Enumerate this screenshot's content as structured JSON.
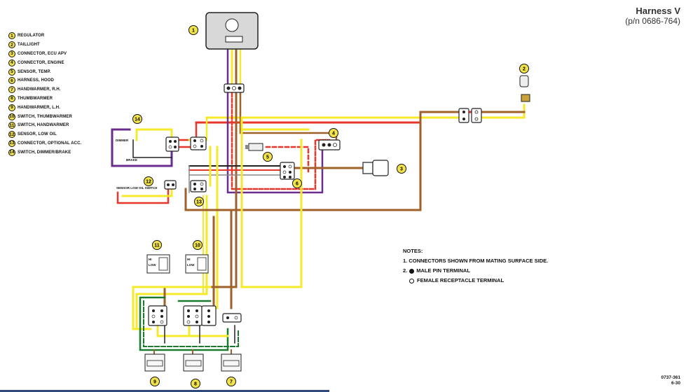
{
  "title": {
    "name": "Harness V",
    "part": "(p/n 0686-764)"
  },
  "legend": [
    {
      "n": "1",
      "label": "REGULATOR"
    },
    {
      "n": "2",
      "label": "TAILLIGHT"
    },
    {
      "n": "3",
      "label": "CONNECTOR, ECU APV"
    },
    {
      "n": "4",
      "label": "CONNECTOR, ENGINE"
    },
    {
      "n": "5",
      "label": "SENSOR, TEMP."
    },
    {
      "n": "6",
      "label": "HARNESS, HOOD"
    },
    {
      "n": "7",
      "label": "HANDWARMER, R.H."
    },
    {
      "n": "8",
      "label": "THUMBWARMER"
    },
    {
      "n": "9",
      "label": "HANDWARMER, L.H."
    },
    {
      "n": "10",
      "label": "SWITCH, THUMBWARMER"
    },
    {
      "n": "11",
      "label": "SWITCH, HANDWARMER"
    },
    {
      "n": "12",
      "label": "SENSOR, LOW OIL"
    },
    {
      "n": "13",
      "label": "CONNECTOR, OPTIONAL ACC."
    },
    {
      "n": "14",
      "label": "SWITCH, DIMMER/BRAKE"
    }
  ],
  "callouts": [
    "1",
    "2",
    "3",
    "4",
    "5",
    "6",
    "7",
    "8",
    "9",
    "10",
    "11",
    "12",
    "13",
    "14"
  ],
  "notes": {
    "heading": "NOTES:",
    "line1": "1. CONNECTORS SHOWN FROM MATING SURFACE SIDE.",
    "line2_prefix": "2.",
    "line2": "MALE PIN TERMINAL",
    "line3": "FEMALE RECEPTACLE TERMINAL"
  },
  "doc": {
    "num": "0737-361",
    "rev": "6-30"
  },
  "component_text": {
    "dimmer": "DIMMER",
    "brake": "BRAKE",
    "low_oil": "SENSOR LOW OIL SWITCH",
    "hi": "HI",
    "low": "LOW"
  },
  "colors": {
    "red": "#e8362b",
    "yellow": "#f4ea2a",
    "brown": "#a0602a",
    "purple": "#6a2d8f",
    "green": "#1a7a2e",
    "black": "#222222",
    "gray": "#888888",
    "callout": "#f2e34a"
  }
}
